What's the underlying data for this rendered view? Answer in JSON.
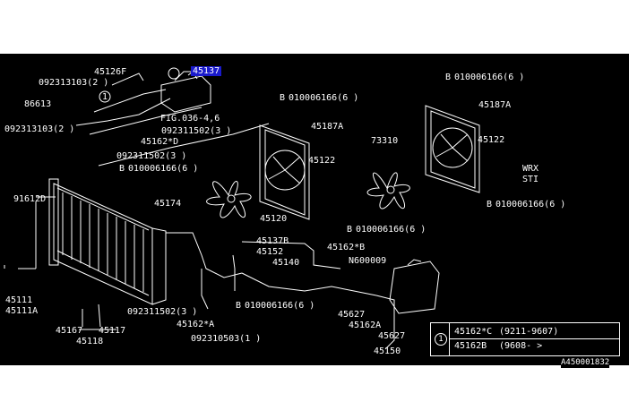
{
  "parts": {
    "p45137": "45137",
    "p45126F": "45126F",
    "p092313103_2": "092313103(2 )",
    "p86613": "86613",
    "p092313103_2b": "092313103(2 )",
    "pFIG036": "FIG.036-4,6",
    "p092311502_3": "092311502(3 )",
    "p45162D": "45162*D",
    "p092311502_3b": "092311502(3 )",
    "p010006166_a": "010006166(6 )",
    "p91612D": "91612D",
    "p45174": "45174",
    "p45120": "45120",
    "p010006166_top": "010006166(6 )",
    "p45187A": "45187A",
    "p45122": "45122",
    "p010006166_top2": "010006166(6 )",
    "p45187A_b": "45187A",
    "p73310": "73310",
    "p45122_b": "45122",
    "pWRX": "WRX",
    "pSTI": "STI",
    "p010006166_right": "010006166(6 )",
    "p010006166_mid": "010006166(6 )",
    "p45137B": "45137B",
    "p45152": "45152",
    "p45140": "45140",
    "p45162B": "45162*B",
    "pN600009": "N600009",
    "p45111": "45111",
    "p45111A": "45111A",
    "p092311502_3c": "092311502(3 )",
    "p45162A": "45162*A",
    "p010006166_bot": "010006166(6 )",
    "p45167": "45167",
    "p45117": "45117",
    "p45118": "45118",
    "p092310503": "092310503(1 )",
    "p45627": "45627",
    "p45162A_b": "45162A",
    "p45627_b": "45627",
    "p45150": "45150",
    "ref": "A450001832"
  },
  "callout_marker": "1",
  "bolt_marker": "B",
  "legend": {
    "marker": "1",
    "rows": [
      {
        "part": "45162*C",
        "range": "(9211-9607)"
      },
      {
        "part": "45162B",
        "range": "(9608-      >"
      }
    ]
  },
  "colors": {
    "background": "#000000",
    "lines": "#ffffff",
    "highlight": "#1a1acc"
  }
}
